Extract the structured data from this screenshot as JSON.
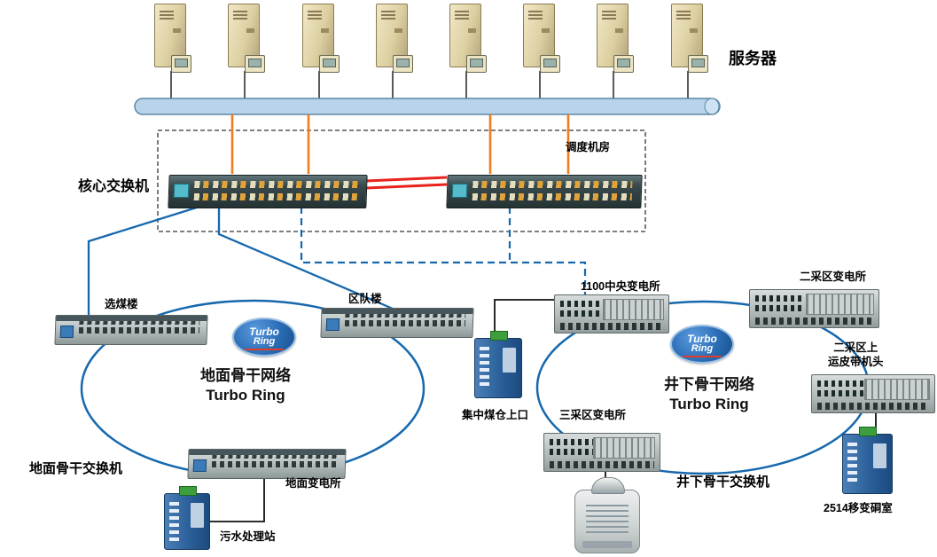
{
  "labels": {
    "servers": "服务器",
    "core_switch": "核心交换机",
    "dispatch_room": "调度机房",
    "xuanmeilou": "选煤楼",
    "quduilou": "区队楼",
    "ground_ring_title": "地面骨干网络",
    "ring_subtitle": "Turbo Ring",
    "ground_backbone_switch": "地面骨干交换机",
    "ground_substation": "地面变电所",
    "sewage_station": "污水处理站",
    "central_1100": "1100中央变电所",
    "area2_substation": "二采区变电所",
    "belt_head_l1": "二采区上",
    "belt_head_l2": "运皮带机头",
    "coal_bunker": "集中煤仓上口",
    "area3_substation": "三采区变电所",
    "underground_ring_title": "井下骨干网络",
    "underground_backbone_switch": "井下骨干交换机",
    "room_2514": "2514移变硐室",
    "turbo_l1": "Turbo",
    "turbo_l2": "Ring"
  },
  "colors": {
    "ring_blue": "#1668ad",
    "orange_line": "#f07c20",
    "red_line": "#e8231d",
    "bus_fill": "#b9d4ea",
    "bus_border": "#5b87a6"
  }
}
